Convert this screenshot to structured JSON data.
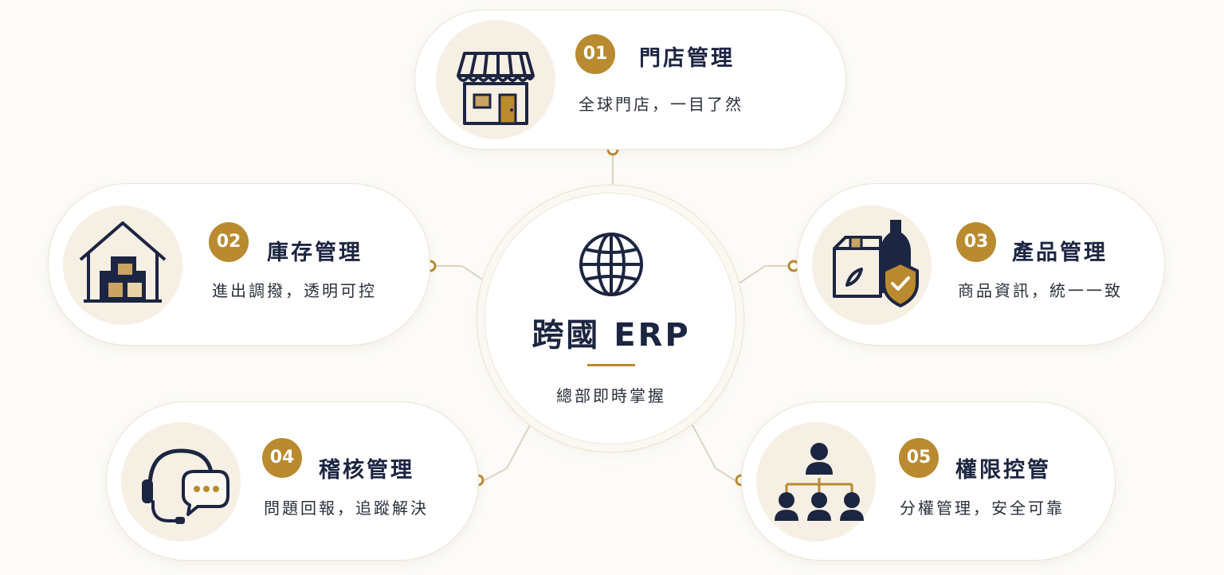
{
  "hub": {
    "title": "跨國 ERP",
    "subtitle": "總部即時掌握",
    "icon": "globe-icon"
  },
  "modules": [
    {
      "number": "01",
      "title": "門店管理",
      "desc": "全球門店，一目了然",
      "icon": "store-icon"
    },
    {
      "number": "02",
      "title": "庫存管理",
      "desc": "進出調撥，透明可控",
      "icon": "warehouse-icon"
    },
    {
      "number": "03",
      "title": "產品管理",
      "desc": "商品資訊，統一一致",
      "icon": "product-shield-icon"
    },
    {
      "number": "04",
      "title": "稽核管理",
      "desc": "問題回報，追蹤解決",
      "icon": "headset-chat-icon"
    },
    {
      "number": "05",
      "title": "權限控管",
      "desc": "分權管理，安全可靠",
      "icon": "org-chart-icon"
    }
  ],
  "colors": {
    "navy": "#1c2541",
    "gold": "#b98a2f",
    "cream": "#f6efe3",
    "background": "#fcfbf8"
  }
}
